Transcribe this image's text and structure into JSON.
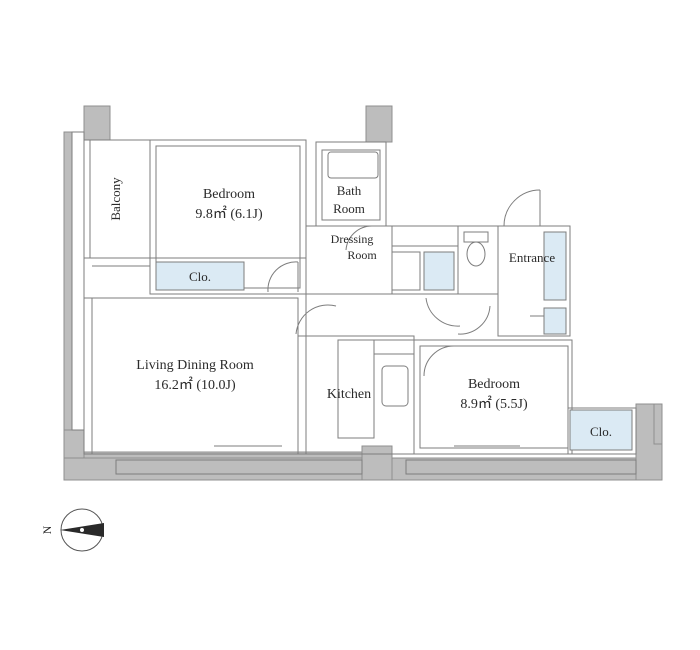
{
  "floorplan": {
    "rooms": {
      "balcony": {
        "label": "Balcony"
      },
      "bedroom1": {
        "name": "Bedroom",
        "area": "9.8㎡ (6.1J)"
      },
      "bath": {
        "line1": "Bath",
        "line2": "Room"
      },
      "dressing": {
        "line1": "Dressing",
        "line2": "Room"
      },
      "entrance": {
        "label": "Entrance"
      },
      "closet1": {
        "label": "Clo."
      },
      "living": {
        "name": "Living Dining Room",
        "area": "16.2㎡ (10.0J)"
      },
      "kitchen": {
        "label": "Kitchen"
      },
      "bedroom2": {
        "name": "Bedroom",
        "area": "8.9㎡ (5.5J)"
      },
      "closet2": {
        "label": "Clo."
      }
    },
    "compass": {
      "label": "N"
    },
    "colors": {
      "closet_fill": "#dbeaf4",
      "wall_fill": "#bdbdbd",
      "line": "#7d7d7d"
    }
  }
}
